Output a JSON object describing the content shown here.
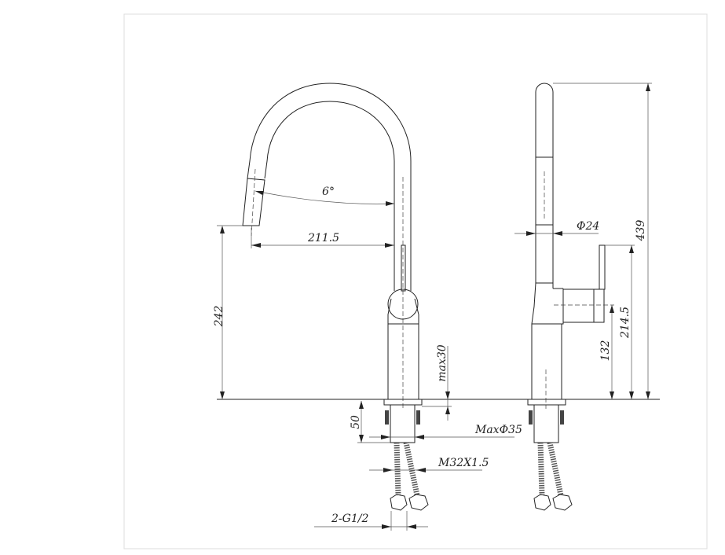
{
  "drawing": {
    "front_view": {
      "angle_label": "6°",
      "reach_label": "211.5",
      "spout_height_label": "242",
      "deck_thickness_label": "max30",
      "shank_length_label": "50",
      "hole_label": "MaxΦ35",
      "thread_label": "M32X1.5",
      "hose_label": "2-G1/2"
    },
    "side_view": {
      "diameter_label": "Φ24",
      "total_height_label": "439",
      "lever_height_label": "214.5",
      "handle_height_label": "132"
    }
  }
}
